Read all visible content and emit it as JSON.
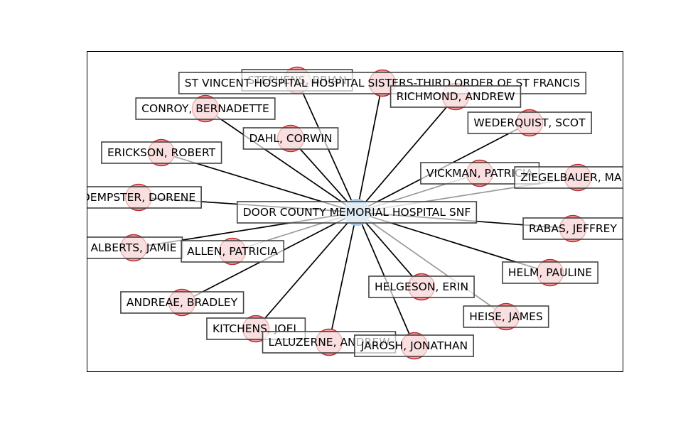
{
  "graph": {
    "colors": {
      "hub_fill": "#a4c8e6",
      "node_fill": "#f0a4a6",
      "node_stroke": "#c42b2b",
      "edge_dark": "#000000",
      "edge_light": "#9a9a9a"
    },
    "hub": {
      "label": "DOOR COUNTY MEMORIAL HOSPITAL SNF"
    },
    "nodes": [
      {
        "id": "stephens",
        "label": "STEPHENS, BRIAN",
        "edge": "dark"
      },
      {
        "id": "st-vincent",
        "label": "ST VINCENT HOSPITAL HOSPITAL SISTERS-THIRD ORDER OF ST FRANCIS",
        "edge": "dark"
      },
      {
        "id": "richmond",
        "label": "RICHMOND, ANDREW",
        "edge": "dark"
      },
      {
        "id": "conroy",
        "label": "CONROY, BERNADETTE",
        "edge": "dark"
      },
      {
        "id": "wederquist",
        "label": "WEDERQUIST, SCOT",
        "edge": "dark"
      },
      {
        "id": "dahl",
        "label": "DAHL, CORWIN",
        "edge": "dark"
      },
      {
        "id": "erickson",
        "label": "ERICKSON, ROBERT",
        "edge": "dark"
      },
      {
        "id": "vickman",
        "label": "VICKMAN, PATRICIA",
        "edge": "light"
      },
      {
        "id": "ziegelbauer",
        "label": "ZIEGELBAUER, MARY",
        "edge": "light"
      },
      {
        "id": "dempster",
        "label": "DEMPSTER, DORENE",
        "edge": "dark"
      },
      {
        "id": "rabas",
        "label": "RABAS, JEFFREY",
        "edge": "dark"
      },
      {
        "id": "alberts",
        "label": "ALBERTS, JAMIE",
        "edge": "dark"
      },
      {
        "id": "allen",
        "label": "ALLEN, PATRICIA",
        "edge": "light"
      },
      {
        "id": "helm",
        "label": "HELM, PAULINE",
        "edge": "dark"
      },
      {
        "id": "helgeson",
        "label": "HELGESON, ERIN",
        "edge": "dark"
      },
      {
        "id": "andreae",
        "label": "ANDREAE, BRADLEY",
        "edge": "dark"
      },
      {
        "id": "heise",
        "label": "HEISE, JAMES",
        "edge": "light"
      },
      {
        "id": "kitchens",
        "label": "KITCHENS, JOEL",
        "edge": "dark"
      },
      {
        "id": "laluzerne",
        "label": "LALUZERNE, ANDREW",
        "edge": "dark"
      },
      {
        "id": "jarosh",
        "label": "JAROSH, JONATHAN",
        "edge": "dark"
      }
    ]
  }
}
